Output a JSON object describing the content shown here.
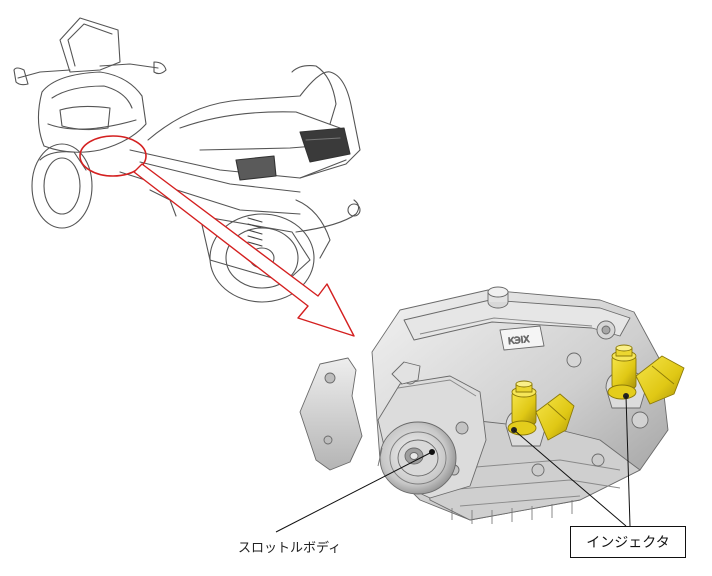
{
  "labels": {
    "throttle_body": "スロットルボディ",
    "injector": "インジェクタ"
  },
  "colors": {
    "highlight_ellipse": "#d42020",
    "arrow_outline": "#d42020",
    "injector_fill": "#e8d21a",
    "injector_shade": "#b8a20c",
    "line_art": "#555555",
    "metal_light": "#e6e6e6",
    "metal_mid": "#c4c4c4",
    "metal_dark": "#8e8e8e"
  },
  "icons": {
    "scooter": "scooter-line-drawing",
    "assembly": "throttle-body-assembly-render",
    "zoom_arrow": "zoom-arrow"
  }
}
